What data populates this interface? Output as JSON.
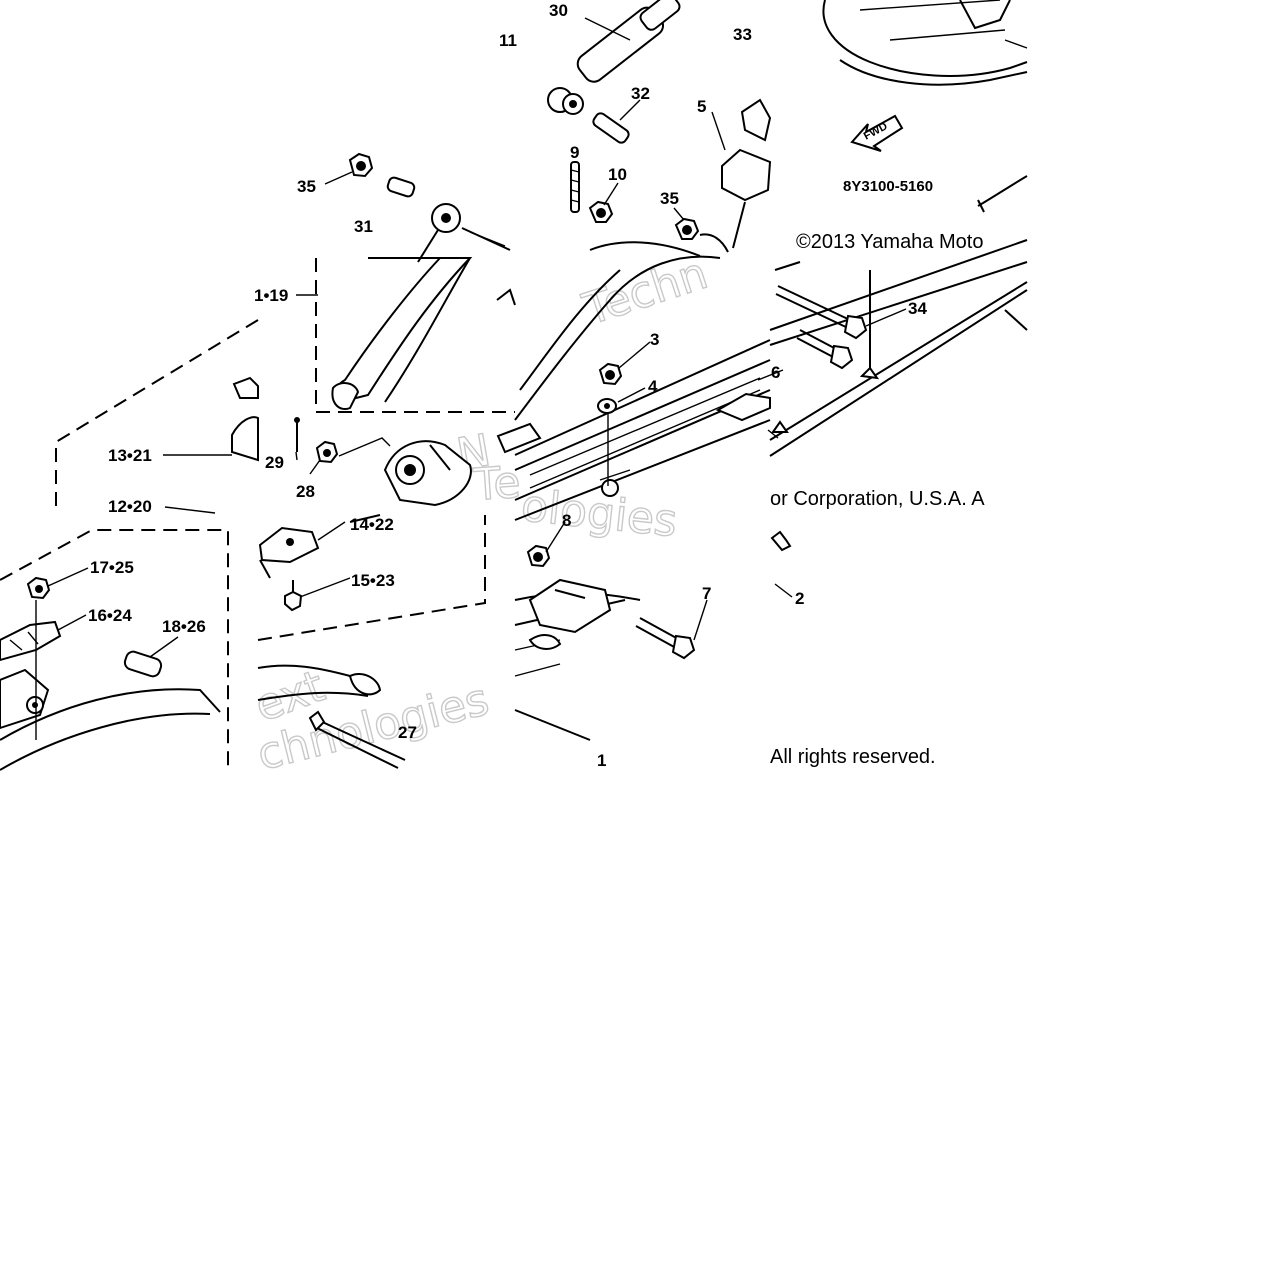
{
  "diagram": {
    "diagram_code": "8Y3100-5160",
    "fwd_label": "FWD",
    "copyright_line_1": "©2013 Yamaha Moto",
    "copyright_line_2": "or Corporation, U.S.A. A",
    "copyright_line_3": "All rights reserved.",
    "watermark": [
      "Techn",
      "Te",
      "ologies",
      "ext",
      "chnologies",
      "N"
    ],
    "callouts": {
      "c30": "30",
      "c33": "33",
      "c11": "11",
      "c32": "32",
      "c5": "5",
      "c9": "9",
      "c10": "10",
      "c35a": "35",
      "c35b": "35",
      "c31": "31",
      "c1_19": "1•19",
      "c34": "34",
      "c3": "3",
      "c4": "4",
      "c6": "6",
      "c13_21": "13•21",
      "c29": "29",
      "c28": "28",
      "c12_20": "12•20",
      "c14_22": "14•22",
      "c8": "8",
      "c15_23": "15•23",
      "c17_25": "17•25",
      "c16_24": "16•24",
      "c18_26": "18•26",
      "c2": "2",
      "c7": "7",
      "c27": "27",
      "c1": "1"
    }
  }
}
